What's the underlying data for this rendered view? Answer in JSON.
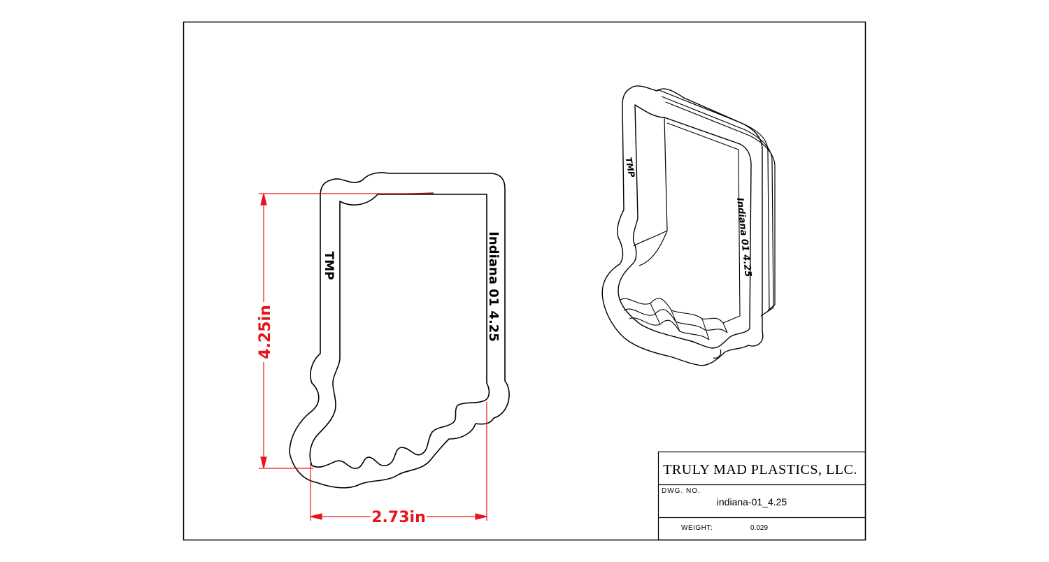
{
  "drawing": {
    "dimension_height": "4.25in",
    "dimension_width": "2.73in",
    "cutter_label_left": "TMP",
    "cutter_label_right": "Indiana 01 4.25",
    "iso_label_left": "TMP",
    "iso_label_right": "Indiana 01 4.25"
  },
  "title_block": {
    "company": "TRULY MAD PLASTICS, LLC.",
    "dwg_no_label": "DWG. NO.",
    "dwg_no_value": "indiana-01_4.25",
    "weight_label": "WEIGHT:",
    "weight_value": "0.029"
  },
  "colors": {
    "line": "#000000",
    "dimension": "#e8141b"
  }
}
